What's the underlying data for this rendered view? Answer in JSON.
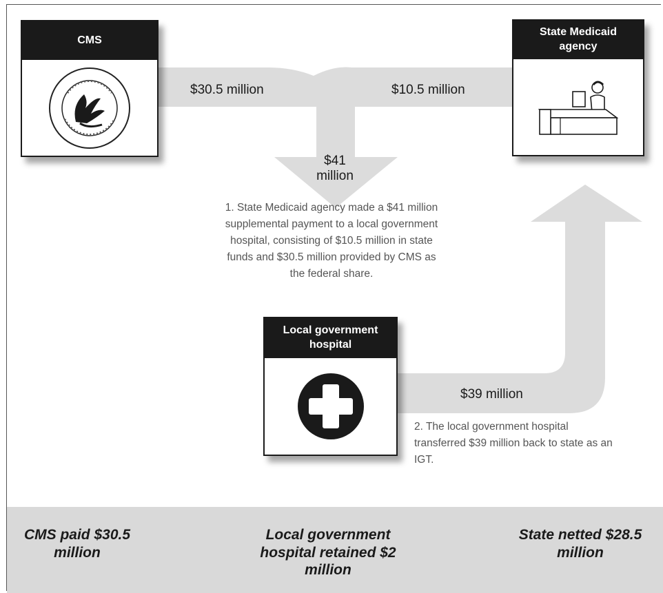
{
  "nodes": {
    "cms": {
      "title": "CMS",
      "icon": "hhs-seal-icon"
    },
    "state": {
      "title": "State Medicaid agency",
      "icon": "office-worker-desk-icon"
    },
    "hospital": {
      "title": "Local government hospital",
      "icon": "medical-cross-icon"
    }
  },
  "flows": {
    "cms_to_hospital": "$30.5 million",
    "state_to_hospital": "$10.5 million",
    "combined_payment": "$41 million",
    "hospital_to_state": "$39 million"
  },
  "notes": {
    "step1": "1. State Medicaid agency made a $41 million supplemental payment to a local government hospital, consisting of $10.5 million in state funds and $30.5 million provided by CMS as the federal share.",
    "step2": "2. The local government hospital transferred $39 million back to state as an IGT."
  },
  "summary": {
    "cms": "CMS paid $30.5 million",
    "hospital": "Local government hospital retained $2 million",
    "state": "State netted $28.5 million"
  },
  "colors": {
    "flow": "#dcdcdc",
    "header": "#1a1a1a",
    "footer": "#d9d9d9",
    "note_text": "#555555"
  }
}
